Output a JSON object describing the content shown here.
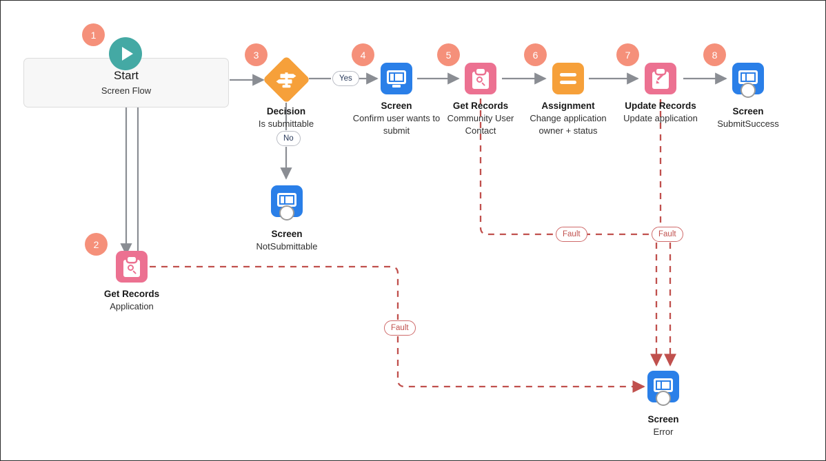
{
  "diagram": {
    "type": "salesforce-flow-builder-canvas",
    "title": "Screen Flow",
    "colors": {
      "badge": "#f5907a",
      "start_play": "#44a9a4",
      "screen_tile": "#2a7fe8",
      "records_tile": "#ec7191",
      "assignment_tile": "#f6a03a",
      "decision_tile": "#f6a03a",
      "connector": "#8a8d93",
      "fault_connector": "#c0504d"
    }
  },
  "start": {
    "badge": "1",
    "title": "Start",
    "subtitle": "Screen Flow",
    "icon": "play-icon"
  },
  "nodes": [
    {
      "id": "get-records-application",
      "badge": "2",
      "title": "Get Records",
      "subtitle": "Application",
      "icon": "clipboard-search-icon",
      "kind": "records"
    },
    {
      "id": "decision-is-submittable",
      "badge": "3",
      "title": "Decision",
      "subtitle": "Is submittable",
      "icon": "signpost-icon",
      "kind": "decision"
    },
    {
      "id": "screen-confirm-submit",
      "badge": "4",
      "title": "Screen",
      "subtitle": "Confirm user wants to submit",
      "icon": "monitor-icon",
      "kind": "screen"
    },
    {
      "id": "get-records-community-user",
      "badge": "5",
      "title": "Get Records",
      "subtitle": "Community User Contact",
      "icon": "clipboard-search-icon",
      "kind": "records"
    },
    {
      "id": "assignment-change-owner",
      "badge": "6",
      "title": "Assignment",
      "subtitle": "Change application owner + status",
      "icon": "equals-icon",
      "kind": "assignment"
    },
    {
      "id": "update-records-application",
      "badge": "7",
      "title": "Update Records",
      "subtitle": "Update application",
      "icon": "clipboard-pencil-icon",
      "kind": "records"
    },
    {
      "id": "screen-submit-success",
      "badge": "8",
      "title": "Screen",
      "subtitle": "SubmitSuccess",
      "icon": "monitor-icon",
      "kind": "screen"
    },
    {
      "id": "screen-not-submittable",
      "badge": "",
      "title": "Screen",
      "subtitle": "NotSubmittable",
      "icon": "monitor-icon",
      "kind": "screen"
    },
    {
      "id": "screen-error",
      "badge": "",
      "title": "Screen",
      "subtitle": "Error",
      "icon": "monitor-icon",
      "kind": "screen"
    }
  ],
  "connector_labels": {
    "yes": "Yes",
    "no": "No",
    "fault_1": "Fault",
    "fault_2": "Fault",
    "fault_3": "Fault"
  }
}
